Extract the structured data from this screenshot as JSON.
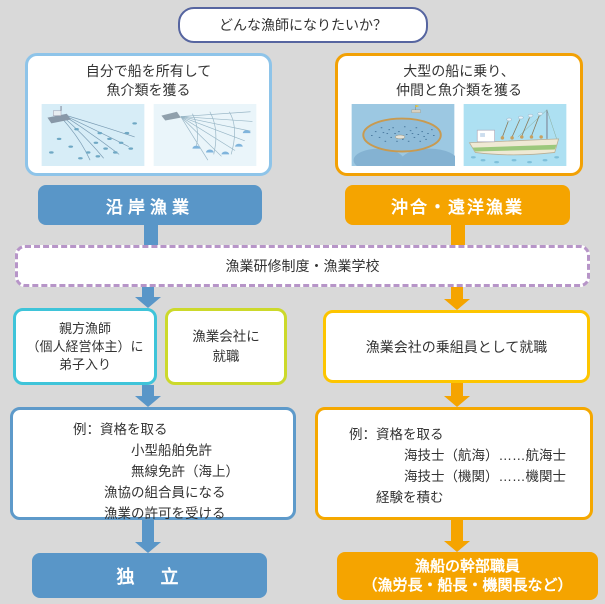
{
  "page": {
    "background_color": "#d9d9d9",
    "coastal_color": "#5996c8",
    "offshore_color": "#f5a400",
    "training_border_color": "#b795c8"
  },
  "question": {
    "label": "どんな漁師になりたいか？"
  },
  "branches": {
    "coastal": {
      "desc_line1": "自分で船を所有して",
      "desc_line2": "魚介類を獲る",
      "label": "沿岸漁業",
      "images": [
        "trolling-boat-illustration",
        "trawl-net-illustration"
      ]
    },
    "offshore": {
      "desc_line1": "大型の船に乗り、",
      "desc_line2": "仲間と魚介類を獲る",
      "label": "沖合・遠洋漁業",
      "images": [
        "purse-seine-illustration",
        "pole-line-boat-illustration"
      ]
    }
  },
  "training": {
    "label": "漁業研修制度・漁業学校"
  },
  "paths": {
    "coastal_apprentice": {
      "lines": [
        "親方漁師",
        "（個人経営体主）に",
        "弟子入り"
      ]
    },
    "coastal_company": {
      "lines": [
        "漁業会社に",
        "就職"
      ]
    },
    "offshore_crew": {
      "label": "漁業会社の乗組員として就職"
    }
  },
  "examples": {
    "coastal": {
      "lines": [
        "例：資格を取る",
        "小型船舶免許",
        "無線免許（海上）",
        "漁協の組合員になる",
        "漁業の許可を受ける"
      ]
    },
    "offshore": {
      "lines": [
        "例：資格を取る",
        "海技士（航海）……航海士",
        "海技士（機関）……機関士",
        "経験を積む"
      ]
    }
  },
  "outcomes": {
    "coastal": {
      "label": "独　立"
    },
    "offshore": {
      "line1": "漁船の幹部職員",
      "line2": "（漁労長・船長・機関長など）"
    }
  }
}
